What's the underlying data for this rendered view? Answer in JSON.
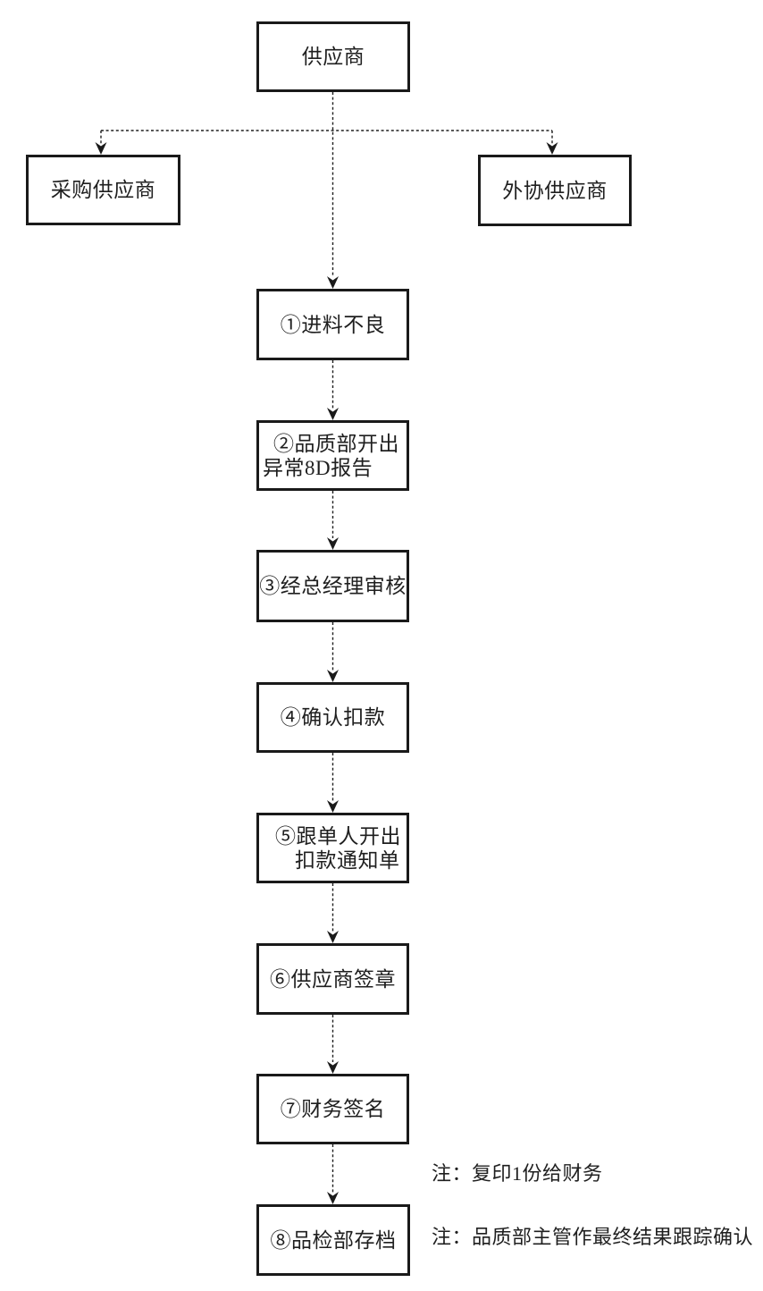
{
  "diagram": {
    "nodes": {
      "supplier": {
        "label": "供应商"
      },
      "purchase": {
        "label": "采购供应商"
      },
      "outsource": {
        "label": "外协供应商"
      },
      "step1": {
        "label": "①进料不良"
      },
      "step2": {
        "line1": "②品质部开出",
        "line2": "异常8D报告"
      },
      "step3": {
        "label": "③经总经理审核"
      },
      "step4": {
        "label": "④确认扣款"
      },
      "step5": {
        "line1": "⑤跟单人开出",
        "line2": "扣款通知单"
      },
      "step6": {
        "label": "⑥供应商签章"
      },
      "step7": {
        "label": "⑦财务签名"
      },
      "step8": {
        "label": "⑧品检部存档"
      }
    },
    "notes": {
      "finance_copy": "注：复印1份给财务",
      "final_tracking": "注：品质部主管作最终结果跟踪确认"
    },
    "edges": [
      {
        "from": "supplier",
        "to": "purchase",
        "style": "dashed-arrow"
      },
      {
        "from": "supplier",
        "to": "outsource",
        "style": "dashed-arrow"
      },
      {
        "from": "supplier",
        "to": "step1",
        "style": "dashed-arrow"
      },
      {
        "from": "step1",
        "to": "step2",
        "style": "dashed-arrow"
      },
      {
        "from": "step2",
        "to": "step3",
        "style": "dashed-arrow"
      },
      {
        "from": "step3",
        "to": "step4",
        "style": "dashed-arrow"
      },
      {
        "from": "step4",
        "to": "step5",
        "style": "dashed-arrow"
      },
      {
        "from": "step5",
        "to": "step6",
        "style": "dashed-arrow"
      },
      {
        "from": "step6",
        "to": "step7",
        "style": "dashed-arrow"
      },
      {
        "from": "step7",
        "to": "step8",
        "style": "dashed-arrow"
      }
    ],
    "colors": {
      "ink": "#1a1a1a",
      "background": "#ffffff"
    }
  }
}
